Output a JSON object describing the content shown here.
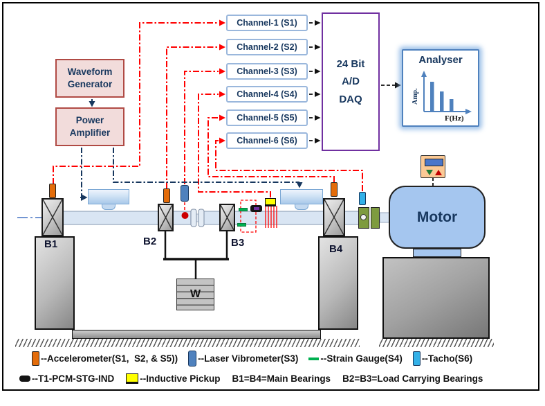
{
  "diagram": {
    "wg_label": "Waveform Generator",
    "pa_label": "Power Amplifier",
    "channels": [
      "Channel-1 (S1)",
      "Channel-2 (S2)",
      "Channel-3 (S3)",
      "Channel-4 (S4)",
      "Channel-5 (S5)",
      "Channel-6 (S6)"
    ],
    "daq_lines": [
      "24 Bit",
      "A/D",
      "DAQ"
    ],
    "analyser": {
      "title": "Analyser",
      "ylabel": "Amp.",
      "xlabel": "F(Hz)",
      "bars": [
        42,
        28,
        17
      ]
    },
    "motor_label": "Motor",
    "bearings": {
      "b1": "B1",
      "b2": "B2",
      "b3": "B3",
      "b4": "B4"
    },
    "weight_label": "W",
    "colors": {
      "wire_red": "#ff0000",
      "navy": "#17375e",
      "daq_purple": "#7030a0",
      "channel_border_blue": "#9ab7dc",
      "analyser_blue": "#4f81bd",
      "source_box_pink": "#f2dcdb",
      "source_box_border": "#b04a44",
      "motor_blue": "#a5c6ef",
      "accelerometer_orange": "#e36c0a",
      "tacho_blue": "#33b1e8",
      "strain_green": "#00b050",
      "pickup_yellow": "#ffff00",
      "coupling_green": "#7e9b3f",
      "bar_blue": "#4f81bd"
    }
  },
  "legend": {
    "row1": [
      {
        "icon": "accelerometer-icon",
        "label": "--Accelerometer(S1,  S2, & S5))"
      },
      {
        "icon": "laser-vibrometer-icon",
        "label": "--Laser Vibrometer(S3)"
      },
      {
        "icon": "strain-gauge-icon",
        "label": "--Strain Gauge(S4)"
      },
      {
        "icon": "tacho-icon",
        "label": "--Tacho(S6)"
      }
    ],
    "row2": [
      {
        "icon": "telemetry-icon",
        "label": "--T1-PCM-STG-IND"
      },
      {
        "icon": "inductive-pickup-icon",
        "label": "--Inductive Pickup"
      },
      {
        "label": "B1=B4=Main Bearings"
      },
      {
        "label": "B2=B3=Load Carrying Bearings"
      }
    ]
  }
}
